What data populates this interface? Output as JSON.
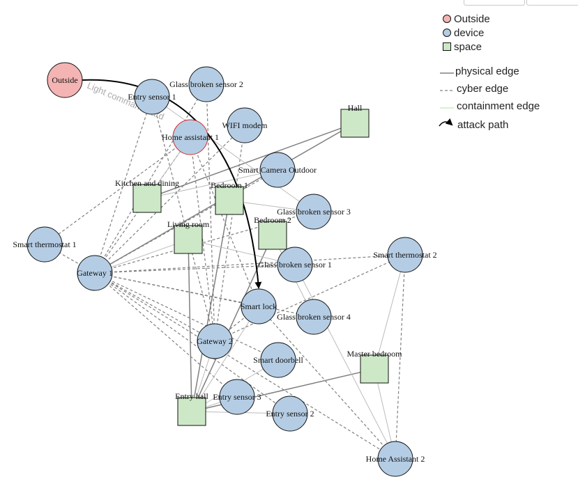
{
  "colors": {
    "outside_fill": "#f4b4b4",
    "device_fill": "#b5cde4",
    "space_fill": "#cde8c6",
    "node_stroke": "#111111",
    "highlight_stroke": "#d62728",
    "physical_edge": "#808080",
    "cyber_edge": "#808080",
    "containment_edge": "#bbbbbb",
    "attack_path": "#000000"
  },
  "legend": {
    "outside": "Outside",
    "device": "device",
    "space": "space",
    "physical_edge": "physical edge",
    "cyber_edge": "cyber edge",
    "containment_edge": "containment edge",
    "attack_path": "attack path"
  },
  "attack_path_label": "Light command hard",
  "nodes": [
    {
      "id": "outside",
      "label": "Outside",
      "type": "outside"
    },
    {
      "id": "entry_sensor_1",
      "label": "Entry sensor 1",
      "type": "device"
    },
    {
      "id": "glass_sensor_2",
      "label": "Glass broken sensor 2",
      "type": "device"
    },
    {
      "id": "wifi_modem",
      "label": "WIFI modem",
      "type": "device"
    },
    {
      "id": "hall",
      "label": "Hall",
      "type": "space"
    },
    {
      "id": "home_assistant_1",
      "label": "Home assistant 1",
      "type": "device",
      "highlight": true
    },
    {
      "id": "smart_camera",
      "label": "Smart Camera Outdoor",
      "type": "device"
    },
    {
      "id": "kitchen",
      "label": "Kitchen and dining",
      "type": "space"
    },
    {
      "id": "bedroom_1",
      "label": "Bedroom 1",
      "type": "space"
    },
    {
      "id": "glass_sensor_3",
      "label": "Glass broken sensor 3",
      "type": "device"
    },
    {
      "id": "living_room",
      "label": "Living room",
      "type": "space"
    },
    {
      "id": "bedroom_2",
      "label": "Bedroom 2",
      "type": "space"
    },
    {
      "id": "smart_thermostat_1",
      "label": "Smart thermostat 1",
      "type": "device"
    },
    {
      "id": "gateway_1",
      "label": "Gateway 1",
      "type": "device"
    },
    {
      "id": "glass_sensor_1",
      "label": "Glass broken sensor 1",
      "type": "device"
    },
    {
      "id": "smart_thermostat_2",
      "label": "Smart thermostat 2",
      "type": "device"
    },
    {
      "id": "smart_lock",
      "label": "Smart lock",
      "type": "device"
    },
    {
      "id": "glass_sensor_4",
      "label": "Glass broken sensor 4",
      "type": "device"
    },
    {
      "id": "gateway_2",
      "label": "Gateway 2",
      "type": "device"
    },
    {
      "id": "smart_doorbell",
      "label": "Smart doorbell",
      "type": "device"
    },
    {
      "id": "master_bedroom",
      "label": "Master bedroom",
      "type": "space"
    },
    {
      "id": "entry_hall",
      "label": "Entry hall",
      "type": "space"
    },
    {
      "id": "entry_sensor_3",
      "label": "Entry sensor 3",
      "type": "device"
    },
    {
      "id": "entry_sensor_2",
      "label": "Entry sensor 2",
      "type": "device"
    },
    {
      "id": "home_assistant_2",
      "label": "Home Assistant 2",
      "type": "device"
    }
  ],
  "edges": [
    {
      "from": "hall",
      "to": "gateway_1",
      "kind": "physical"
    },
    {
      "from": "hall",
      "to": "kitchen",
      "kind": "physical"
    },
    {
      "from": "bedroom_1",
      "to": "entry_hall",
      "kind": "physical"
    },
    {
      "from": "bedroom_2",
      "to": "entry_hall",
      "kind": "physical"
    },
    {
      "from": "living_room",
      "to": "entry_hall",
      "kind": "physical"
    },
    {
      "from": "master_bedroom",
      "to": "entry_hall",
      "kind": "physical"
    },
    {
      "from": "gateway_1",
      "to": "smart_thermostat_1",
      "kind": "cyber"
    },
    {
      "from": "gateway_1",
      "to": "entry_sensor_1",
      "kind": "cyber"
    },
    {
      "from": "gateway_1",
      "to": "glass_sensor_2",
      "kind": "cyber"
    },
    {
      "from": "gateway_1",
      "to": "wifi_modem",
      "kind": "cyber"
    },
    {
      "from": "gateway_1",
      "to": "home_assistant_1",
      "kind": "cyber"
    },
    {
      "from": "gateway_1",
      "to": "smart_camera",
      "kind": "cyber"
    },
    {
      "from": "gateway_1",
      "to": "glass_sensor_3",
      "kind": "cyber"
    },
    {
      "from": "gateway_1",
      "to": "glass_sensor_1",
      "kind": "cyber"
    },
    {
      "from": "gateway_1",
      "to": "smart_lock",
      "kind": "cyber"
    },
    {
      "from": "gateway_1",
      "to": "glass_sensor_4",
      "kind": "cyber"
    },
    {
      "from": "gateway_1",
      "to": "gateway_2",
      "kind": "cyber"
    },
    {
      "from": "gateway_1",
      "to": "smart_doorbell",
      "kind": "cyber"
    },
    {
      "from": "gateway_1",
      "to": "entry_sensor_3",
      "kind": "cyber"
    },
    {
      "from": "gateway_1",
      "to": "entry_sensor_2",
      "kind": "cyber"
    },
    {
      "from": "gateway_1",
      "to": "home_assistant_2",
      "kind": "cyber"
    },
    {
      "from": "gateway_1",
      "to": "smart_thermostat_2",
      "kind": "cyber"
    },
    {
      "from": "home_assistant_1",
      "to": "smart_thermostat_1",
      "kind": "cyber"
    },
    {
      "from": "home_assistant_1",
      "to": "gateway_2",
      "kind": "cyber"
    },
    {
      "from": "home_assistant_1",
      "to": "smart_lock",
      "kind": "cyber"
    },
    {
      "from": "wifi_modem",
      "to": "gateway_2",
      "kind": "cyber"
    },
    {
      "from": "entry_sensor_1",
      "to": "gateway_2",
      "kind": "cyber"
    },
    {
      "from": "glass_sensor_2",
      "to": "gateway_2",
      "kind": "cyber"
    },
    {
      "from": "gateway_2",
      "to": "smart_lock",
      "kind": "cyber"
    },
    {
      "from": "gateway_2",
      "to": "smart_thermostat_2",
      "kind": "cyber"
    },
    {
      "from": "smart_thermostat_2",
      "to": "home_assistant_2",
      "kind": "cyber"
    },
    {
      "from": "home_assistant_2",
      "to": "smart_lock",
      "kind": "cyber"
    },
    {
      "from": "entry_hall",
      "to": "smart_lock",
      "kind": "containment"
    },
    {
      "from": "entry_hall",
      "to": "smart_doorbell",
      "kind": "containment"
    },
    {
      "from": "entry_hall",
      "to": "entry_sensor_3",
      "kind": "containment"
    },
    {
      "from": "entry_hall",
      "to": "entry_sensor_2",
      "kind": "containment"
    },
    {
      "from": "entry_hall",
      "to": "gateway_2",
      "kind": "containment"
    },
    {
      "from": "kitchen",
      "to": "smart_camera",
      "kind": "containment"
    },
    {
      "from": "kitchen",
      "to": "home_assistant_1",
      "kind": "containment"
    },
    {
      "from": "living_room",
      "to": "gateway_1",
      "kind": "containment"
    },
    {
      "from": "living_room",
      "to": "glass_sensor_1",
      "kind": "containment"
    },
    {
      "from": "bedroom_1",
      "to": "glass_sensor_3",
      "kind": "containment"
    },
    {
      "from": "bedroom_2",
      "to": "glass_sensor_4",
      "kind": "containment"
    },
    {
      "from": "master_bedroom",
      "to": "home_assistant_2",
      "kind": "containment"
    },
    {
      "from": "master_bedroom",
      "to": "smart_thermostat_2",
      "kind": "containment"
    },
    {
      "from": "entry_sensor_1",
      "to": "glass_sensor_3",
      "kind": "containment"
    },
    {
      "from": "glass_sensor_1",
      "to": "home_assistant_2",
      "kind": "containment"
    }
  ],
  "attack_path": [
    "outside",
    "home_assistant_1",
    "smart_lock"
  ]
}
